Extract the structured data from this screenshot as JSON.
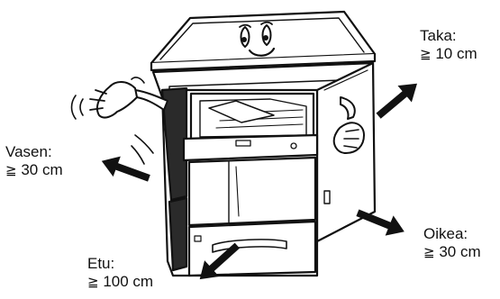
{
  "labels": {
    "rear": {
      "name": "Taka:",
      "symbol": "≧",
      "value": "10 cm"
    },
    "left": {
      "name": "Vasen:",
      "symbol": "≧",
      "value": "30 cm"
    },
    "right": {
      "name": "Oikea:",
      "symbol": "≧",
      "value": "30 cm"
    },
    "front": {
      "name": "Etu:",
      "symbol": "≧",
      "value": "100 cm"
    }
  }
}
